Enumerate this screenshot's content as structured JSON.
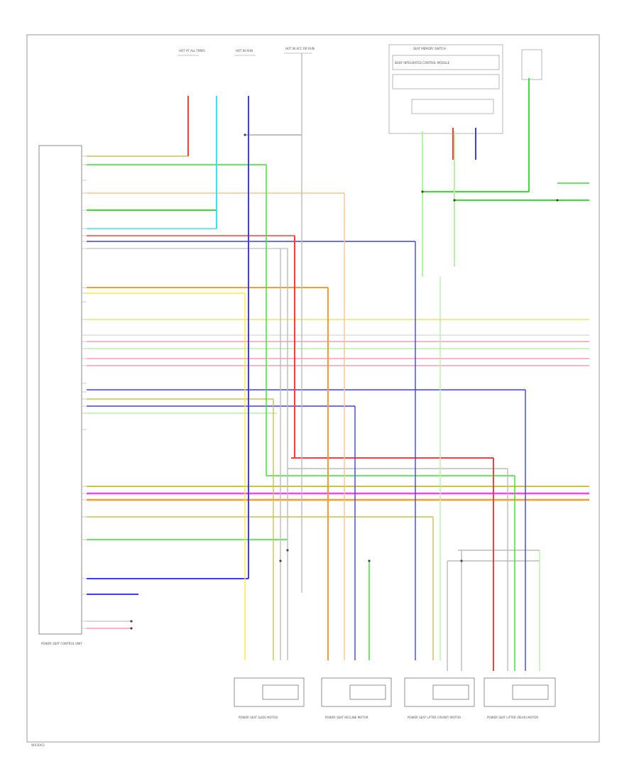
{
  "diagram": {
    "figure_code": "W03063",
    "module_label": "POWER SEAT CONTROL UNIT",
    "top_notes": [
      "HOT AT ALL TIMES",
      "HOT IN RUN",
      "HOT IN ACC OR RUN"
    ],
    "center_box": {
      "title": "SEAT MEMORY SWITCH",
      "sub": "BODY INTEGRATED CONTROL MODULE"
    },
    "actuator_labels": [
      "POWER SEAT SLIDE MOTOR",
      "POWER SEAT RECLINE MOTOR",
      "POWER SEAT LIFTER (FRONT) MOTOR",
      "POWER SEAT LIFTER (REAR) MOTOR"
    ],
    "wire_colors": {
      "red": "#ff3b3b",
      "pink": "#ff9ab0",
      "cyan": "#39e6f0",
      "blue": "#3c3cff",
      "green": "#37e22e",
      "lightgreen": "#b7f2a6",
      "orange": "#ff9a2e",
      "tan": "#f0c890",
      "yellow": "#ffea3a",
      "olive": "#c9c34a",
      "magenta": "#ff3cff",
      "gray": "#9a9a9a",
      "black": "#222222"
    }
  }
}
